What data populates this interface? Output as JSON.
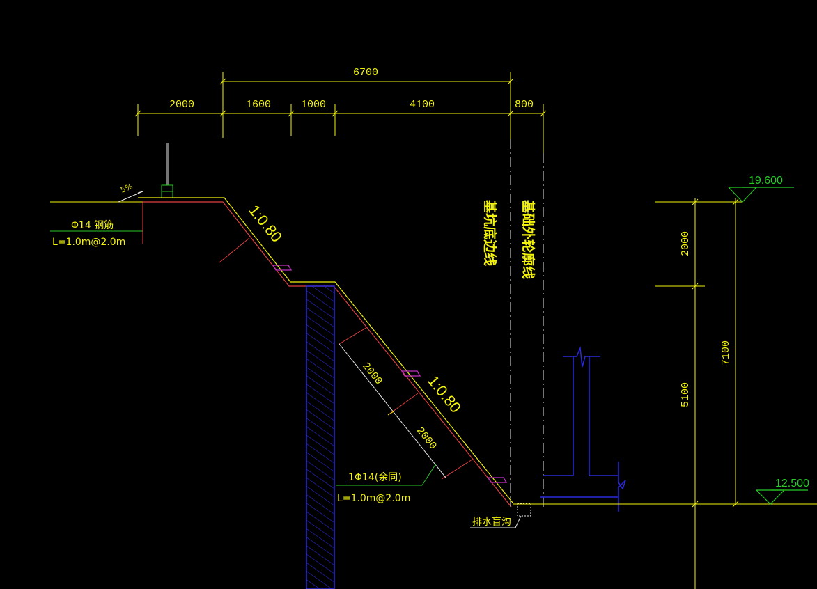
{
  "colors": {
    "background": "#000000",
    "dimension": "#f2f20a",
    "slope_face": "#e04040",
    "pile": "#2a2ad8",
    "elevation": "#27c927",
    "anchor": "#c030c0",
    "white": "#e8e8e8"
  },
  "dimensions": {
    "top_total": "6700",
    "d_2000": "2000",
    "d_1600": "1600",
    "d_1000": "1000",
    "d_4100": "4100",
    "d_800": "800",
    "right_2000": "2000",
    "right_5100": "5100",
    "right_7100": "7100",
    "slope_seg_1": "2000",
    "slope_seg_2": "2000"
  },
  "slopes": {
    "upper": "1:0.80",
    "lower": "1:0.80"
  },
  "annotations": {
    "grade_percent": "5%",
    "top_nail_title": "Φ14 钢筋",
    "top_nail_spec": "L=1.0m@2.0m",
    "lower_nail_title": "1Φ14(余同)",
    "lower_nail_spec": "L=1.0m@2.0m",
    "drain": "排水盲沟"
  },
  "vertical_labels": {
    "pit_bottom_line": "基坑底边线",
    "foundation_outline": "基础外轮廓线"
  },
  "elevations": {
    "top": "19.600",
    "bottom": "12.500"
  }
}
